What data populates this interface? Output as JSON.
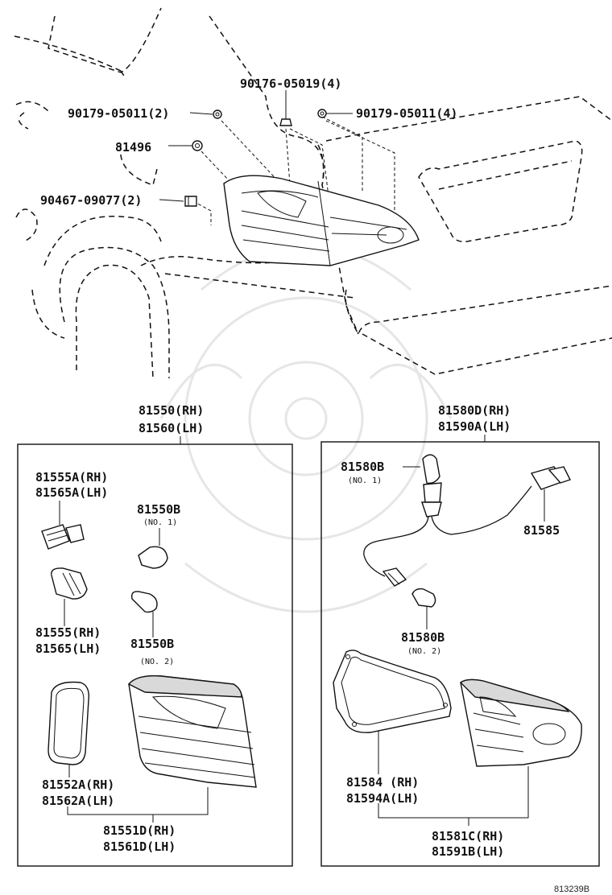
{
  "top_labels": {
    "screw_05019": "90176-05019(4)",
    "nut_left": "90179-05011(2)",
    "nut_right": "90179-05011(4)",
    "gasket_81496": "81496",
    "clip_09077": "90467-09077(2)"
  },
  "left_box": {
    "header_rh": "81550(RH)",
    "header_lh": "81560(LH)",
    "socket_a_rh": "81555A(RH)",
    "socket_a_lh": "81565A(LH)",
    "bulb_no1": "81550B",
    "bulb_no1_note": "(NO. 1)",
    "socket_rh": "81555(RH)",
    "socket_lh": "81565(LH)",
    "bulb_no2": "81550B",
    "bulb_no2_note": "(NO. 2)",
    "gasket_rh": "81552A(RH)",
    "gasket_lh": "81562A(LH)",
    "lens_rh": "81551D(RH)",
    "lens_lh": "81561D(LH)"
  },
  "right_box": {
    "header_rh": "81580D(RH)",
    "header_lh": "81590A(LH)",
    "bulb_no1": "81580B",
    "bulb_no1_note": "(NO. 1)",
    "wire": "81585",
    "bulb_no2": "81580B",
    "bulb_no2_note": "(NO. 2)",
    "gasket_rh": "81584  (RH)",
    "gasket_lh": "81594A(LH)",
    "lens_rh": "81581C(RH)",
    "lens_lh": "81591B(LH)"
  },
  "diagram_code": "813239B"
}
